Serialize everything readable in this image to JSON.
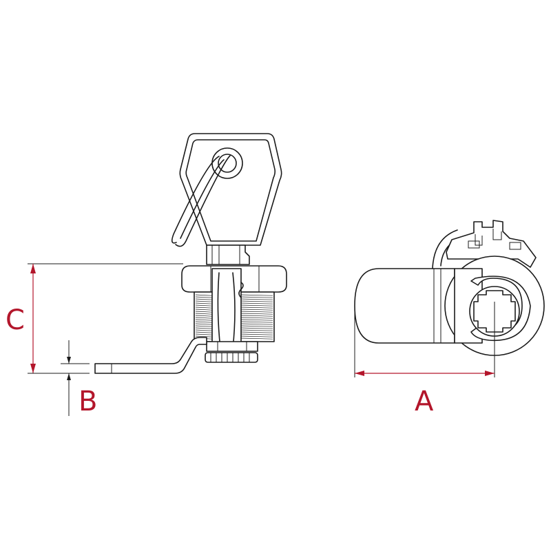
{
  "dimensions": {
    "a_label": "A",
    "b_label": "B",
    "c_label": "C"
  },
  "colors": {
    "dimension": "#b3162b",
    "outline": "#1a1a1a",
    "background": "#ffffff"
  }
}
